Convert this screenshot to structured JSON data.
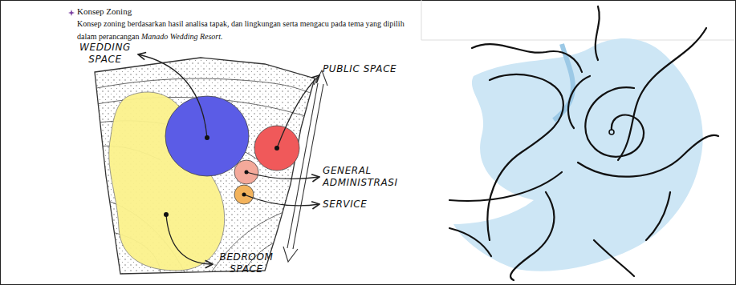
{
  "diagram": {
    "title": "Konsep Zoning",
    "labels": [
      "Konsep zoning berdasarkan hasil analisa tapak, dan lingkungan serta mengacu pada tema yang dipilih dalam perancangan",
      "Manado Wedding Resort.",
      "WEDDING SPACE",
      "PUBLIC SPACE",
      "GENERAL ADMINISTRASI",
      "SERVICE",
      "BEDROOM SPACE"
    ]
  }
}
